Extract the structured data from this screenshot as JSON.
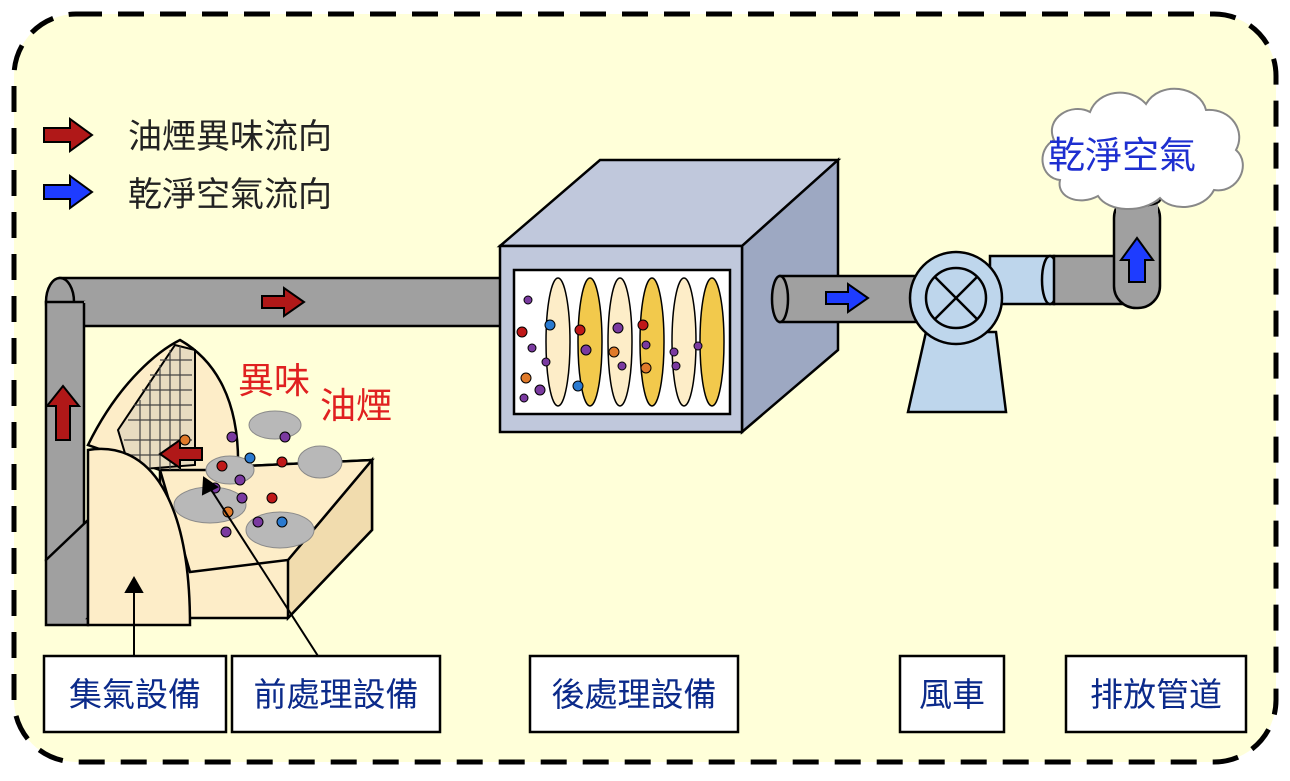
{
  "legend": {
    "items": [
      {
        "label": "油煙異味流向",
        "color": "#b01818"
      },
      {
        "label": "乾淨空氣流向",
        "color": "#1e3cff"
      }
    ]
  },
  "labels": {
    "odor": "異味",
    "oil_smoke": "油煙",
    "clean_air": "乾淨空氣"
  },
  "equipment": [
    {
      "id": "collector",
      "label": "集氣設備"
    },
    {
      "id": "pretreatment",
      "label": "前處理設備"
    },
    {
      "id": "posttreatment",
      "label": "後處理設備"
    },
    {
      "id": "fan",
      "label": "風車"
    },
    {
      "id": "exhaust",
      "label": "排放管道"
    }
  ],
  "colors": {
    "background": "#ffffd9",
    "border": "#000000",
    "duct": "#a0a0a0",
    "hood": "#fdedc8",
    "fan": "#bed6ec",
    "filter_yellow": "#f2c94c",
    "label_text": "#0b2a8a",
    "red_label": "#e02020",
    "cloud_text": "#1e2fd0"
  },
  "icons": {
    "flow_arrow": "arrow-right",
    "fan": "fan-cross-circle",
    "cloud": "cloud"
  }
}
